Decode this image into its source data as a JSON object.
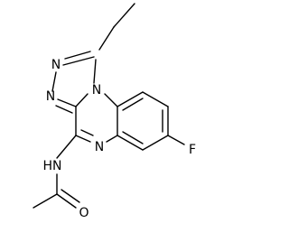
{
  "molecule": {
    "atoms": {
      "n1": "N",
      "n2": "N",
      "n3": "N",
      "n4": "N",
      "nh": "HN",
      "o": "O",
      "f": "F"
    }
  }
}
